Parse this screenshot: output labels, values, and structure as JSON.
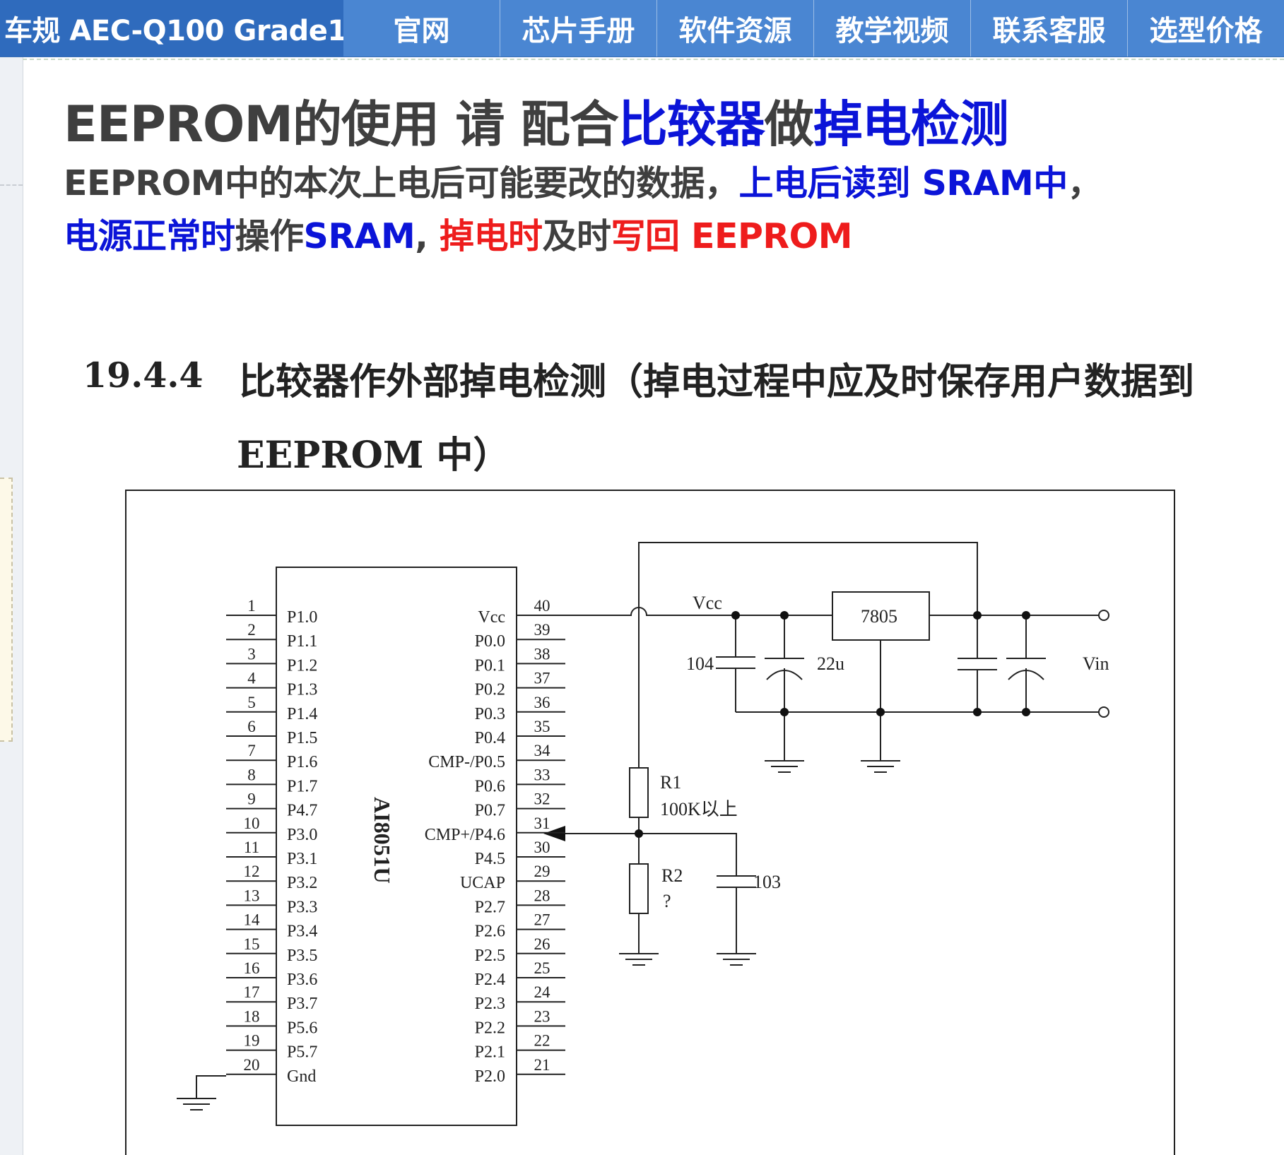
{
  "nav": {
    "brand": "车规 AEC-Q100 Grade1",
    "items": [
      "官网",
      "芯片手册",
      "软件资源",
      "教学视频",
      "联系客服",
      "选型价格"
    ]
  },
  "headline": {
    "part1": "EEPROM的使用 请 配合",
    "part2": "比较器",
    "part3": "做",
    "part4": "掉电检测"
  },
  "subline1": {
    "part1": "EEPROM中的本次上电后可能要改的数据，",
    "part2": "上电后读到 SRAM中",
    "part3": "，"
  },
  "subline2": {
    "part1": "电源正常时",
    "part2": "操作",
    "part3": "SRAM",
    "part4": ", ",
    "part5": "掉电时",
    "part6": "及时",
    "part7": "写回 EEPROM"
  },
  "doc": {
    "section_number": "19.4.4",
    "section_title_line1": "比较器作外部掉电检测（掉电过程中应及时保存用户数据到",
    "section_title_line2": "EEPROM 中）"
  },
  "schematic": {
    "chip_name": "AI8051U",
    "left_pins": [
      {
        "num": "1",
        "label": "P1.0"
      },
      {
        "num": "2",
        "label": "P1.1"
      },
      {
        "num": "3",
        "label": "P1.2"
      },
      {
        "num": "4",
        "label": "P1.3"
      },
      {
        "num": "5",
        "label": "P1.4"
      },
      {
        "num": "6",
        "label": "P1.5"
      },
      {
        "num": "7",
        "label": "P1.6"
      },
      {
        "num": "8",
        "label": "P1.7"
      },
      {
        "num": "9",
        "label": "P4.7"
      },
      {
        "num": "10",
        "label": "P3.0"
      },
      {
        "num": "11",
        "label": "P3.1"
      },
      {
        "num": "12",
        "label": "P3.2"
      },
      {
        "num": "13",
        "label": "P3.3"
      },
      {
        "num": "14",
        "label": "P3.4"
      },
      {
        "num": "15",
        "label": "P3.5"
      },
      {
        "num": "16",
        "label": "P3.6"
      },
      {
        "num": "17",
        "label": "P3.7"
      },
      {
        "num": "18",
        "label": "P5.6"
      },
      {
        "num": "19",
        "label": "P5.7"
      },
      {
        "num": "20",
        "label": "Gnd"
      }
    ],
    "right_pins": [
      {
        "num": "40",
        "label": "Vcc"
      },
      {
        "num": "39",
        "label": "P0.0"
      },
      {
        "num": "38",
        "label": "P0.1"
      },
      {
        "num": "37",
        "label": "P0.2"
      },
      {
        "num": "36",
        "label": "P0.3"
      },
      {
        "num": "35",
        "label": "P0.4"
      },
      {
        "num": "34",
        "label": "CMP-/P0.5"
      },
      {
        "num": "33",
        "label": "P0.6"
      },
      {
        "num": "32",
        "label": "P0.7"
      },
      {
        "num": "31",
        "label": "CMP+/P4.6"
      },
      {
        "num": "30",
        "label": "P4.5"
      },
      {
        "num": "29",
        "label": "UCAP"
      },
      {
        "num": "28",
        "label": "P2.7"
      },
      {
        "num": "27",
        "label": "P2.6"
      },
      {
        "num": "26",
        "label": "P2.5"
      },
      {
        "num": "25",
        "label": "P2.4"
      },
      {
        "num": "24",
        "label": "P2.3"
      },
      {
        "num": "23",
        "label": "P2.2"
      },
      {
        "num": "22",
        "label": "P2.1"
      },
      {
        "num": "21",
        "label": "P2.0"
      }
    ],
    "labels": {
      "vcc": "Vcc",
      "regulator": "7805",
      "cap104": "104",
      "cap22u": "22u",
      "vin": "Vin",
      "r1": "R1",
      "r1_value": "100K以上",
      "r2": "R2",
      "r2_value": "?",
      "cap103": "103"
    }
  }
}
